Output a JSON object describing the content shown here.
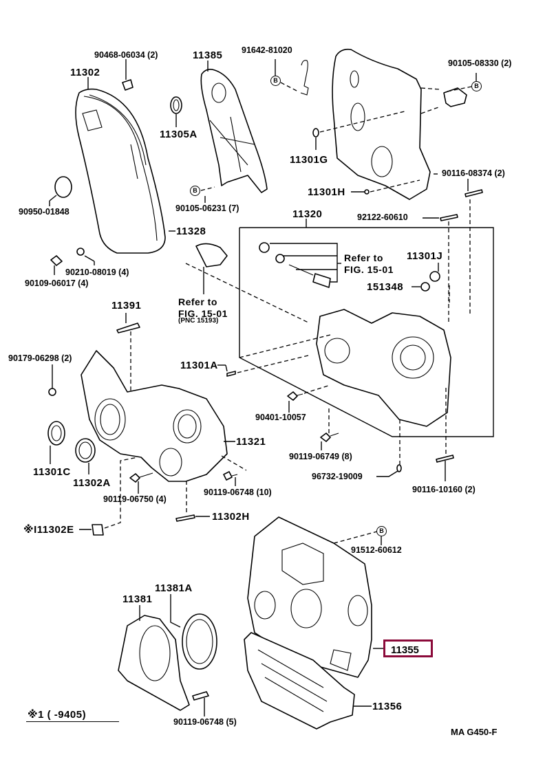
{
  "diagram": {
    "figure_code": "MA  G450-F",
    "footnote": "※1 (      -9405)",
    "highlighted_part": "11355",
    "highlight_color": "#8B0A3A",
    "bolt_badge": "B",
    "labels": {
      "p90468_06034": "90468-06034 (2)",
      "p11385": "11385",
      "p91642_81020": "91642-81020",
      "p90105_08330": "90105-08330 (2)",
      "p11302": "11302",
      "p11305A": "11305A",
      "p11301G": "11301G",
      "p90950_01848": "90950-01848",
      "p90105_06231": "90105-06231  (7)",
      "p11301H": "11301H",
      "p90116_08374": "90116-08374 (2)",
      "p11328": "11328",
      "p11320": "11320",
      "p92122_60610": "92122-60610",
      "p90210_08019": "90210-08019 (4)",
      "p90109_06017": "90109-06017 (4)",
      "refer1_line1": "Refer to",
      "refer1_line2": "FIG. 15-01",
      "refer2_line1": "Refer  to",
      "refer2_line2": "FIG. 15-01",
      "refer2_line3": "(PNC  15193)",
      "p11301J": "11301J",
      "p151348": "151348",
      "p11391": "11391",
      "p90179_06298": "90179-06298 (2)",
      "p11301A": "11301A",
      "p90401_10057": "90401-10057",
      "p11321": "11321",
      "p90119_06749": "90119-06749 (8)",
      "p11301C": "11301C",
      "p11302A": "11302A",
      "p90119_06750": "90119-06750 (4)",
      "p90119_06748_10": "90119-06748 (10)",
      "p96732_19009": "96732-19009",
      "p90116_10160": "90116-10160 (2)",
      "p11302E": "※I11302E",
      "p11302H": "11302H",
      "p91512_60612": "91512-60612",
      "p11381A": "11381A",
      "p11381": "11381",
      "p11355": "11355",
      "p11356": "11356",
      "p90119_06748_5": "90119-06748 (5)"
    }
  }
}
